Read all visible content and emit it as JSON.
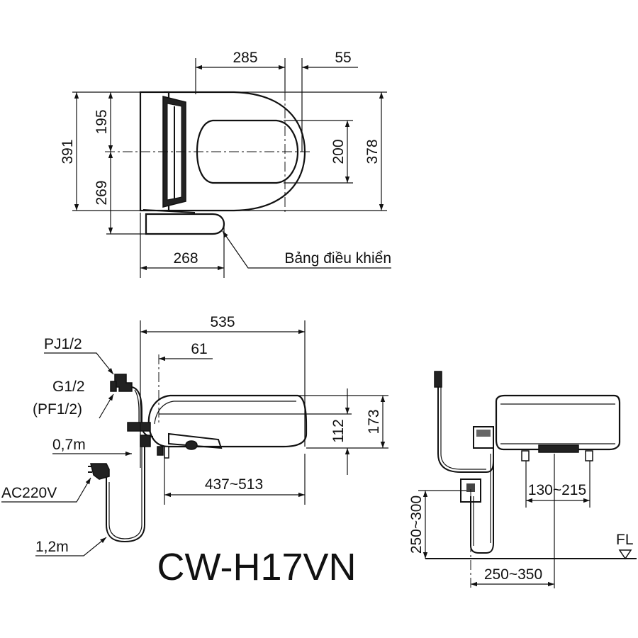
{
  "top_view": {
    "dims": {
      "d285": "285",
      "d55": "55",
      "d391": "391",
      "d195": "195",
      "d269": "269",
      "d200": "200",
      "d378": "378",
      "d268": "268"
    },
    "control_panel_label": "Bảng điều khiển"
  },
  "side_view": {
    "dims": {
      "d535": "535",
      "d61": "61",
      "d173": "173",
      "d112": "112",
      "d437_513": "437~513"
    },
    "labels": {
      "pj": "PJ1/2",
      "g": "G1/2",
      "pf": "(PF1/2)",
      "hose": "0,7m",
      "power": "AC220V",
      "cord": "1,2m"
    }
  },
  "rear_view": {
    "dims": {
      "d130_215": "130~215",
      "d250_300": "250~300",
      "d250_350": "250~350"
    },
    "floor_label": "FL"
  },
  "model": "CW-H17VN"
}
